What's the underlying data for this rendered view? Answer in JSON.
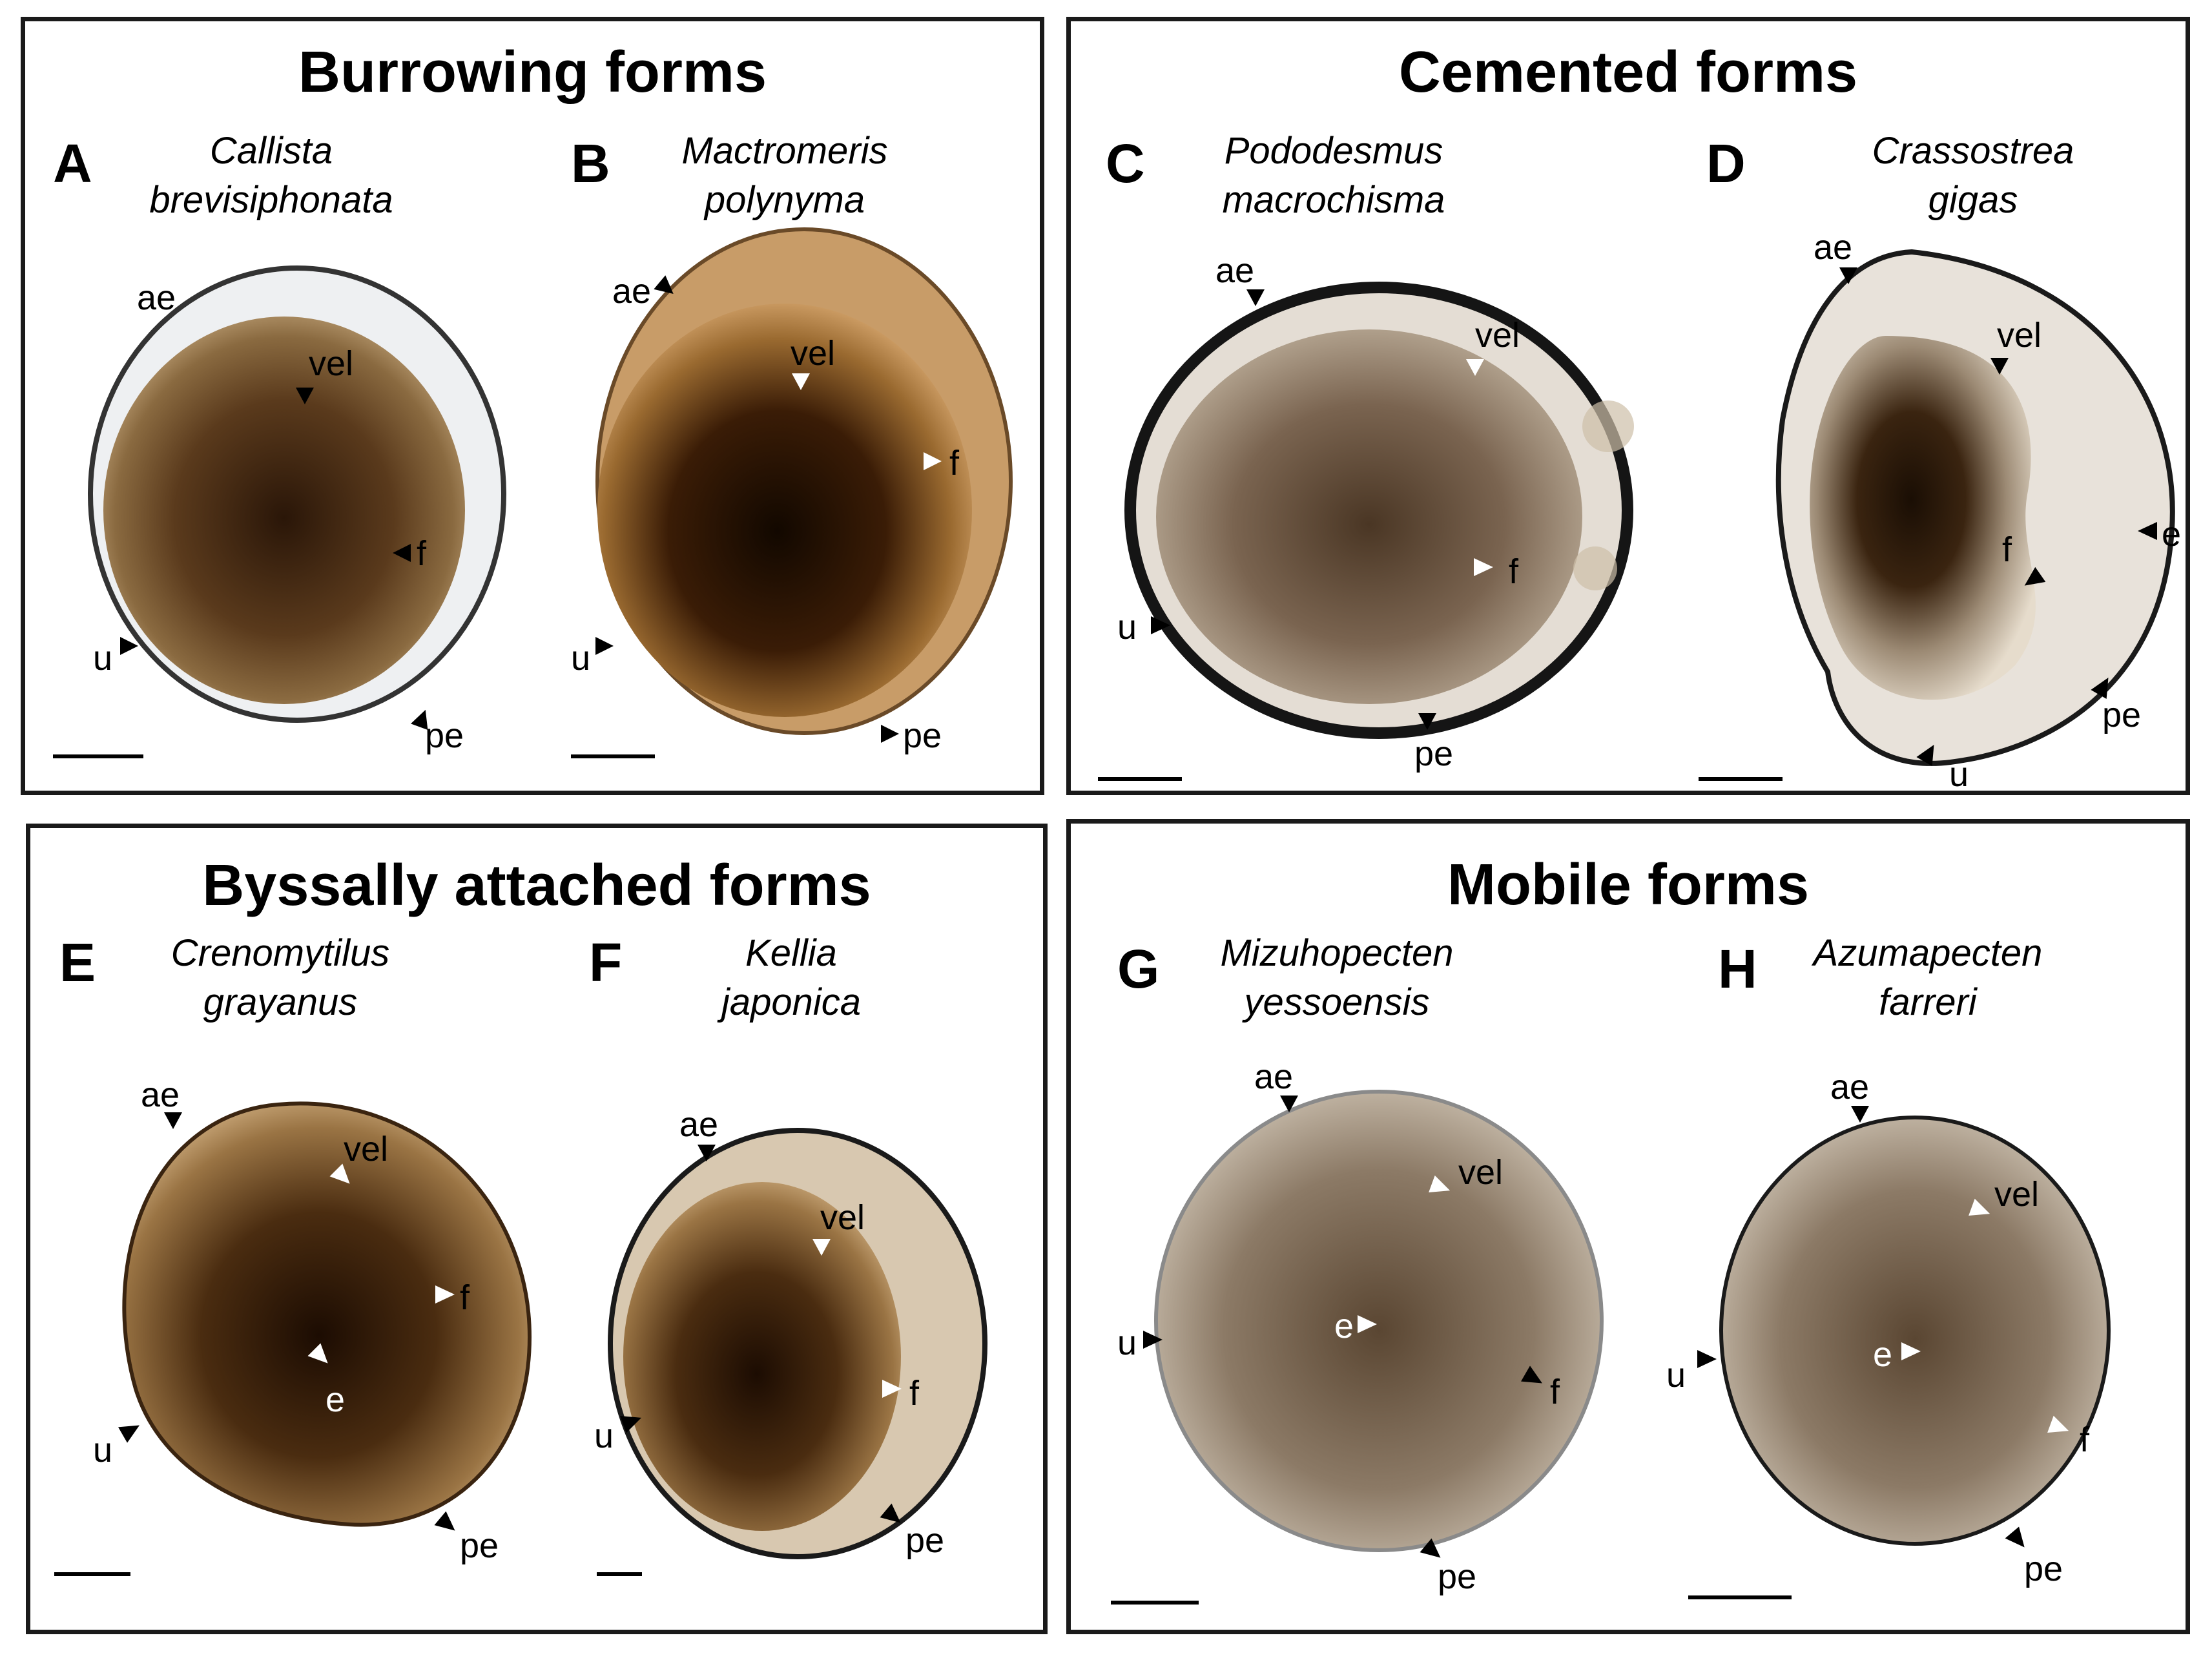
{
  "groups": {
    "burrowing": "Burrowing forms",
    "cemented": "Cemented forms",
    "byssal": "Byssally attached forms",
    "mobile": "Mobile forms"
  },
  "panels": {
    "A": {
      "letter": "A",
      "genus": "Callista",
      "species": "brevisiphonata"
    },
    "B": {
      "letter": "B",
      "genus": "Mactromeris",
      "species": "polynyma"
    },
    "C": {
      "letter": "C",
      "genus": "Pododesmus",
      "species": "macrochisma"
    },
    "D": {
      "letter": "D",
      "genus": "Crassostrea",
      "species": "gigas"
    },
    "E": {
      "letter": "E",
      "genus": "Crenomytilus",
      "species": "grayanus"
    },
    "F": {
      "letter": "F",
      "genus": "Kellia",
      "species": "japonica"
    },
    "G": {
      "letter": "G",
      "genus": "Mizuhopecten",
      "species": "yessoensis"
    },
    "H": {
      "letter": "H",
      "genus": "Azumapecten",
      "species": "farreri"
    }
  },
  "markers": {
    "ae": "ae",
    "vel": "vel",
    "f": "f",
    "u": "u",
    "pe": "pe",
    "e": "e"
  },
  "colors": {
    "frame": "#1a1a1a",
    "arrow_dark": "#000000",
    "arrow_light": "#ffffff"
  }
}
